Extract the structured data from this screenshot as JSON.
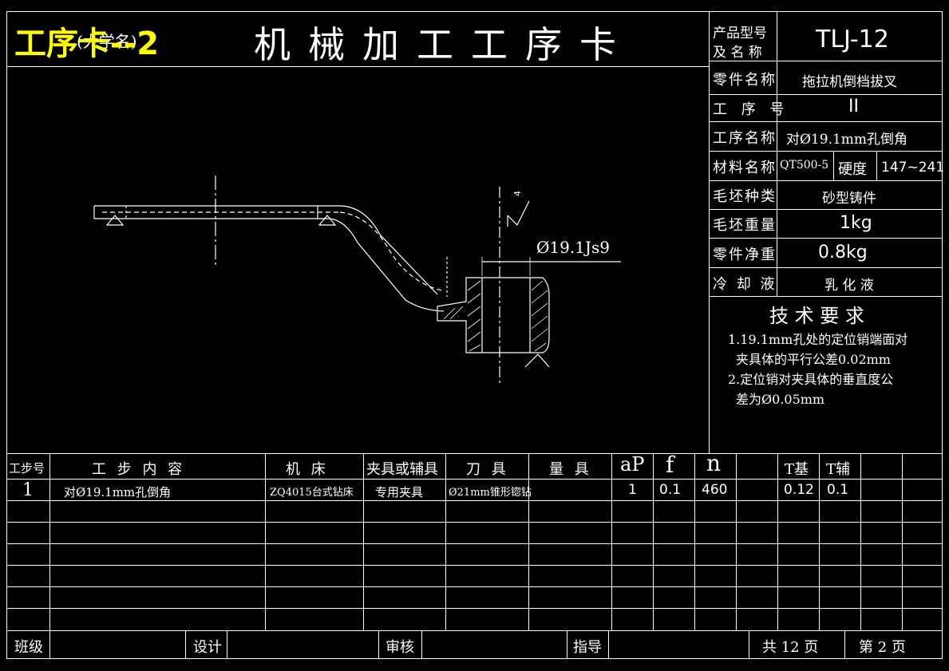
{
  "header": {
    "watermark": "工序卡--2",
    "school": "(大学名)",
    "title": "机械加工工序卡",
    "model_label_1": "产品型号",
    "model_label_2": "及 名 称",
    "model_value": "TLJ-12"
  },
  "info": {
    "part_name_label": "零件名称",
    "part_name": "拖拉机倒档拔叉",
    "op_no_label": "工 序 号",
    "op_no": "II",
    "op_name_label": "工序名称",
    "op_name": "对Ø19.1mm孔倒角",
    "material_label": "材料名称",
    "material": "QT500-5",
    "hardness_label": "硬度",
    "hardness": "147~241",
    "blank_type_label": "毛坯种类",
    "blank_type": "砂型铸件",
    "blank_weight_label": "毛坯重量",
    "blank_weight": "1kg",
    "net_weight_label": "零件净重",
    "net_weight": "0.8kg",
    "coolant_label": "冷 却 液",
    "coolant": "乳 化 液"
  },
  "requirements": {
    "title": "技 术 要 求",
    "lines": [
      "1.19.1mm孔处的定位销端面对",
      "夹具体的平行公差0.02mm",
      "2.定位销对夹具体的垂直度公",
      "差为Ø0.05mm"
    ]
  },
  "drawing": {
    "dimension": "Ø19.1Js9",
    "roughness": "4"
  },
  "table": {
    "headers": [
      "工步号",
      "工 步 内 容",
      "机 床",
      "夹具或辅具",
      "刀 具",
      "量 具",
      "aP",
      "f",
      "n",
      "",
      "T基",
      "T辅",
      ""
    ],
    "rows": [
      [
        "1",
        "对Ø19.1mm孔倒角",
        "ZQ4015台式钻床",
        "专用夹具",
        "Ø21mm锥形锪钻",
        "",
        "1",
        "0.1",
        "460",
        "",
        "0.12",
        "0.1",
        ""
      ]
    ]
  },
  "footer": {
    "class_label": "班级",
    "design_label": "设计",
    "review_label": "审核",
    "guide_label": "指导",
    "total_pages": "共 12 页",
    "page_no": "第 2 页"
  }
}
